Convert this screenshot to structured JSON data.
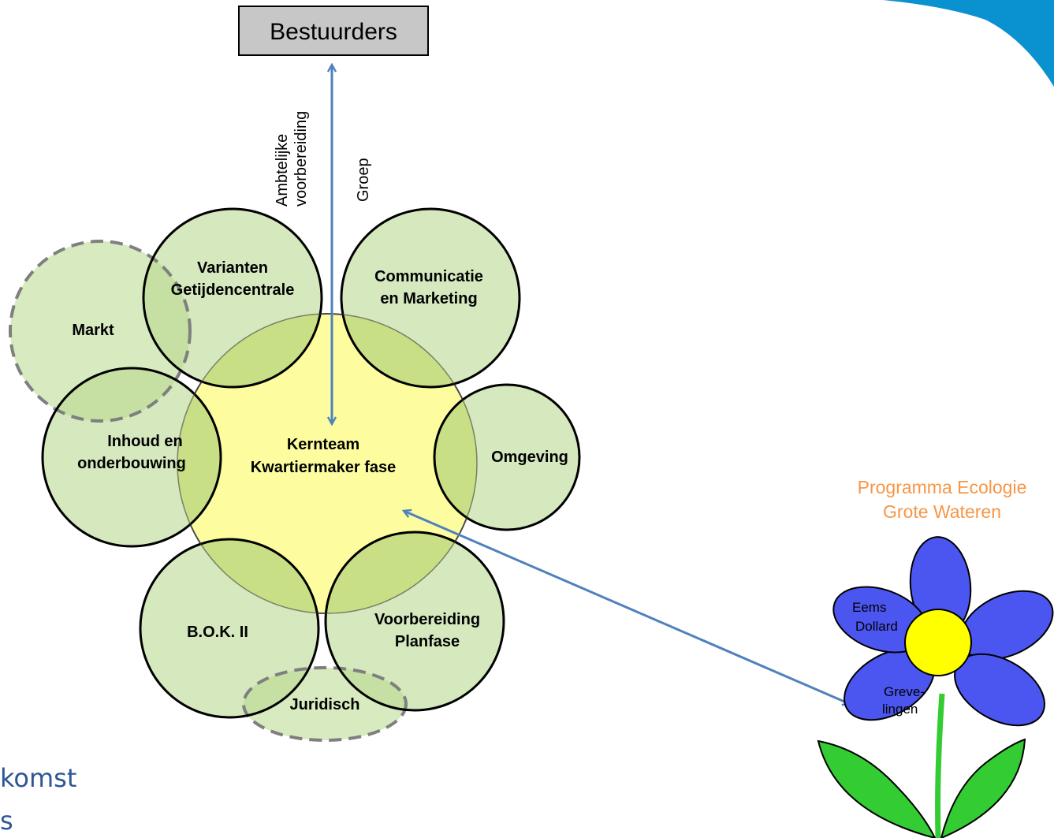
{
  "colors": {
    "circle_fill": "#d5e8be",
    "circle_stroke": "#000000",
    "core_fill": "#fdfda0",
    "overlap_fill": "#c8df85",
    "dashed_stroke": "#7f7f7f",
    "arrow": "#4f81bd",
    "box_fill": "#c7c7c7",
    "program_title": "#f79646",
    "petal_fill": "#4b55f0",
    "flower_center": "#ffff00",
    "leaf_fill": "#33cc33",
    "footer_text": "#2e5596",
    "corner_accent": "#0a91d0"
  },
  "top_box": {
    "label": "Bestuurders"
  },
  "vertical_labels": {
    "ambtelijke_line1": "Ambtelijke",
    "ambtelijke_line2": "voorbereiding",
    "groep": "Groep"
  },
  "core": {
    "line1": "Kernteam",
    "line2": "Kwartiermaker fase"
  },
  "circles": {
    "varianten": {
      "line1": "Varianten",
      "line2": "Getijdencentrale"
    },
    "communicatie": {
      "line1": "Communicatie",
      "line2": "en Marketing"
    },
    "omgeving": {
      "line1": "Omgeving"
    },
    "voorbereiding": {
      "line1": "Voorbereiding",
      "line2": "Planfase"
    },
    "bok": {
      "line1": "B.O.K. II"
    },
    "inhoud": {
      "line1": "Inhoud en",
      "line2": "onderbouwing"
    }
  },
  "dashed": {
    "markt": {
      "label": "Markt"
    },
    "juridisch": {
      "label": "Juridisch"
    }
  },
  "program": {
    "title_line1": "Programma Ecologie",
    "title_line2": "Grote Wateren",
    "petal1_line1": "Eems",
    "petal1_line2": "Dollard",
    "petal2_line1": "Greve-",
    "petal2_line2": "lingen"
  },
  "footer": {
    "line1": "komst",
    "line2": "s"
  },
  "icons": {
    "flower": "flower-icon",
    "arrow": "double-arrow-icon"
  }
}
